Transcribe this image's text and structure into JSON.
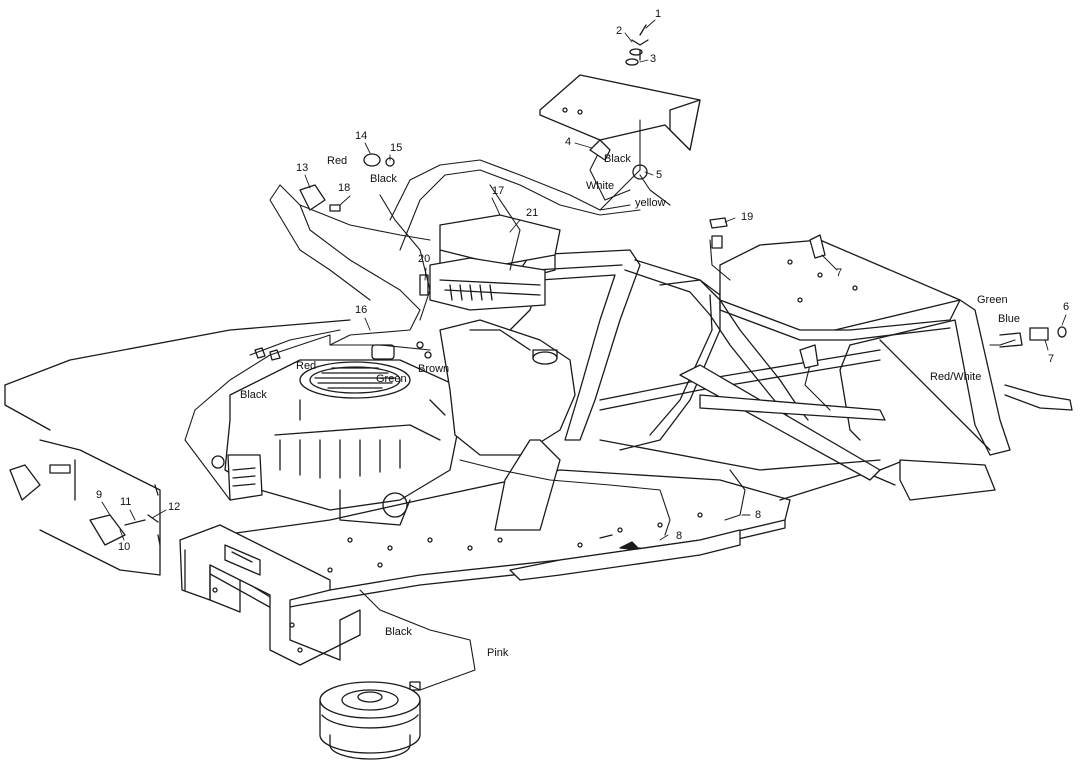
{
  "callouts": [
    "1",
    "2",
    "3",
    "4",
    "5",
    "6",
    "7",
    "7",
    "8",
    "8",
    "9",
    "10",
    "11",
    "12",
    "13",
    "14",
    "15",
    "16",
    "17",
    "18",
    "19",
    "20",
    "21"
  ],
  "wire_labels": {
    "red_top": "Red",
    "black_top": "Black",
    "black_dash": "Black",
    "white": "White",
    "yellow": "yellow",
    "green_right": "Green",
    "blue": "Blue",
    "red_white": "Red/White",
    "red_mid": "Red",
    "green_mid": "Green",
    "brown": "Brown",
    "black_mid": "Black",
    "black_bottom": "Black",
    "pink": "Pink"
  },
  "colors": {
    "line": "#1a1a1a",
    "background": "#ffffff"
  }
}
